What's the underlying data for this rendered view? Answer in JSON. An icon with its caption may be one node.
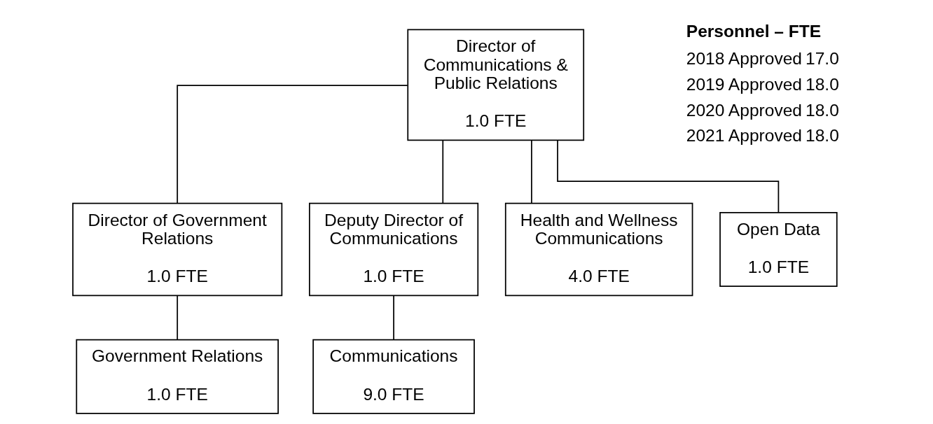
{
  "diagram": {
    "nodes": [
      {
        "text": [
          "Director of Communications & Public Relations",
          "1.0 FTE"
        ]
      },
      {
        "text": [
          "Director of Government Relations",
          "1.0 FTE"
        ]
      },
      {
        "text": [
          "Deputy Director of Communications",
          "1.0 FTE"
        ]
      },
      {
        "text": [
          "Health and Wellness Communications",
          "4.0 FTE"
        ]
      },
      {
        "text": [
          "Open Data",
          "1.0 FTE"
        ]
      },
      {
        "text": [
          "Government Relations",
          "1.0 FTE"
        ]
      },
      {
        "text": [
          "Communications",
          "9.0 FTE"
        ]
      }
    ],
    "edges": [
      {
        "from": 0,
        "to": 1,
        "arrow": "none"
      },
      {
        "from": 0,
        "to": 2,
        "arrow": "none"
      },
      {
        "from": 0,
        "to": 3,
        "arrow": "none"
      },
      {
        "from": 0,
        "to": 4,
        "arrow": "none"
      },
      {
        "from": 1,
        "to": 5,
        "arrow": "none"
      },
      {
        "from": 2,
        "to": 6,
        "arrow": "none"
      }
    ],
    "labels": [
      "Personnel – FTE",
      "2018 Approved",
      "17.0",
      "2019 Approved",
      "18.0",
      "2020 Approved",
      "18.0",
      "2021 Approved",
      "18.0"
    ]
  }
}
